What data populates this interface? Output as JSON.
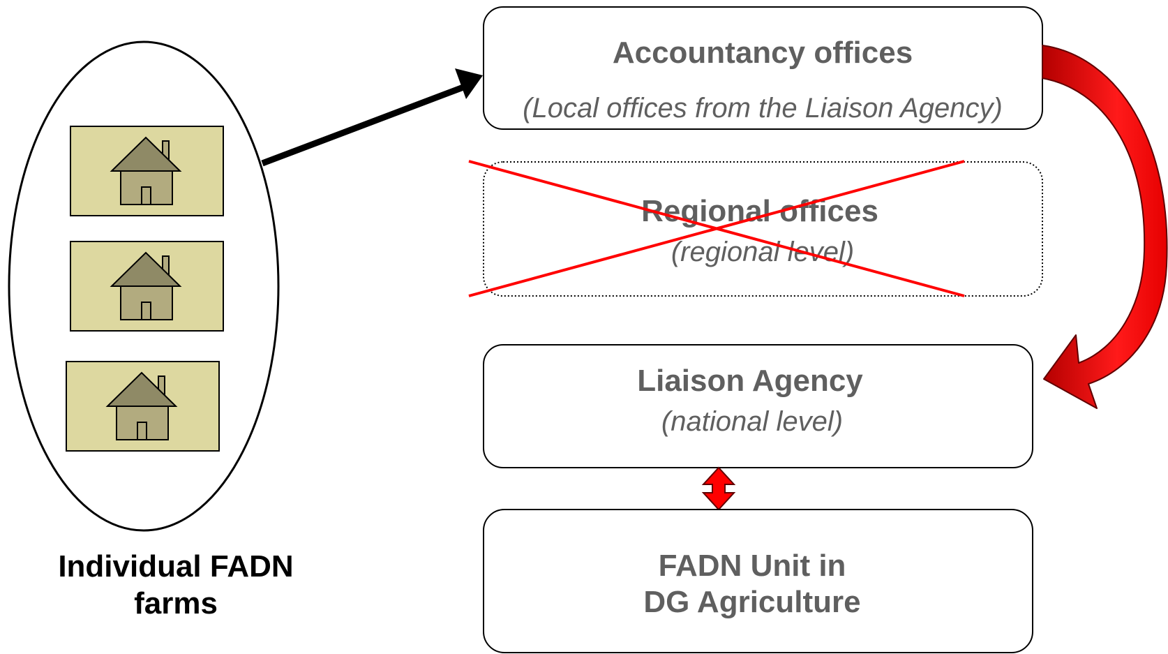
{
  "farms": {
    "label_line1": "Individual FADN",
    "label_line2": "farms",
    "house_count": 3,
    "icon": "house-icon"
  },
  "accountancy": {
    "title": "Accountancy offices",
    "subtitle": "(Local offices from the Liaison Agency)"
  },
  "regional": {
    "title": "Regional offices",
    "subtitle": "(regional level)",
    "status": "crossed-out"
  },
  "liaison": {
    "title": "Liaison Agency",
    "subtitle": "(national level)"
  },
  "fadn_unit": {
    "title_line1": "FADN Unit in",
    "title_line2": "DG Agriculture"
  },
  "colors": {
    "box_text": "#5f5f5f",
    "farm_fill": "#ddd8a0",
    "house_roof": "#8f8a66",
    "house_wall": "#b2ab7f",
    "red_arrow": "#e60000",
    "cross": "#ff0000"
  }
}
